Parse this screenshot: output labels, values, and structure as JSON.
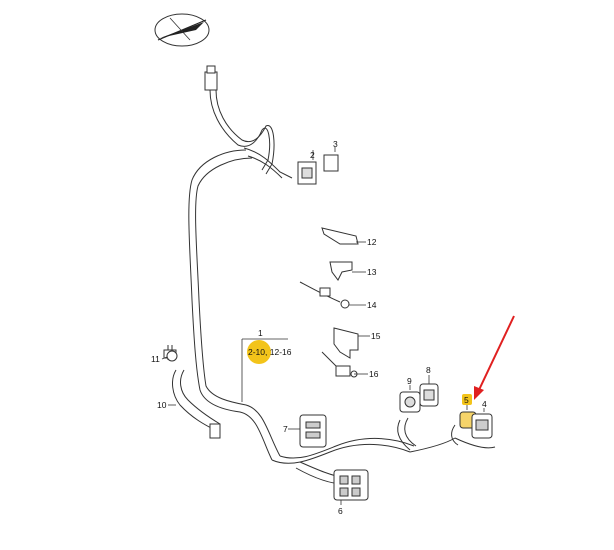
{
  "diagram": {
    "callouts": {
      "c1": "1",
      "c2": "2",
      "c3": "3",
      "c4": "4",
      "c5": "5",
      "c6": "6",
      "c7": "7",
      "c8": "8",
      "c9": "9",
      "c10": "10",
      "c11": "11",
      "c12": "12",
      "c13": "13",
      "c14": "14",
      "c15": "15",
      "c16": "16"
    },
    "group_label_a": "2-10",
    "group_label_b": ", 12-16",
    "highlight_color": "#f3c41a",
    "pointer_arrow_color": "#e02020",
    "icons": [
      "compass-rose-icon",
      "red-pointer-arrow-icon"
    ]
  }
}
